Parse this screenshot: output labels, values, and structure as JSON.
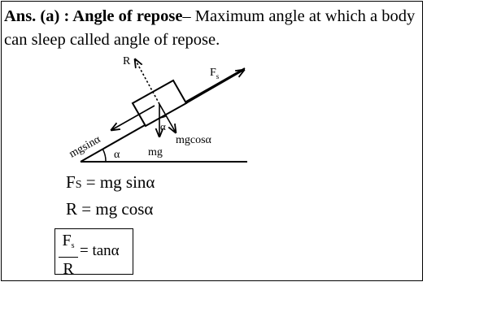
{
  "answer": {
    "label": "Ans. (a) : Angle of repose",
    "dash": "–",
    "definition": " Maximum angle at which a body can sleep called angle of repose."
  },
  "diagram": {
    "label_R": "R",
    "label_Fs_main": "F",
    "label_Fs_sub": "s",
    "label_mgsina": "mgsinα",
    "label_alpha_incline": "α",
    "label_alpha_block": "α",
    "label_mg": "mg",
    "label_mgcosa": "mgcosα"
  },
  "equations": {
    "eq1_lhs_main": "F",
    "eq1_lhs_sub": "S",
    "eq1_rhs": " = mg sinα",
    "eq2": "R = mg cosα"
  },
  "formula": {
    "numerator_main": "F",
    "numerator_sub": "s",
    "denominator": "R",
    "rhs": "= tanα"
  }
}
